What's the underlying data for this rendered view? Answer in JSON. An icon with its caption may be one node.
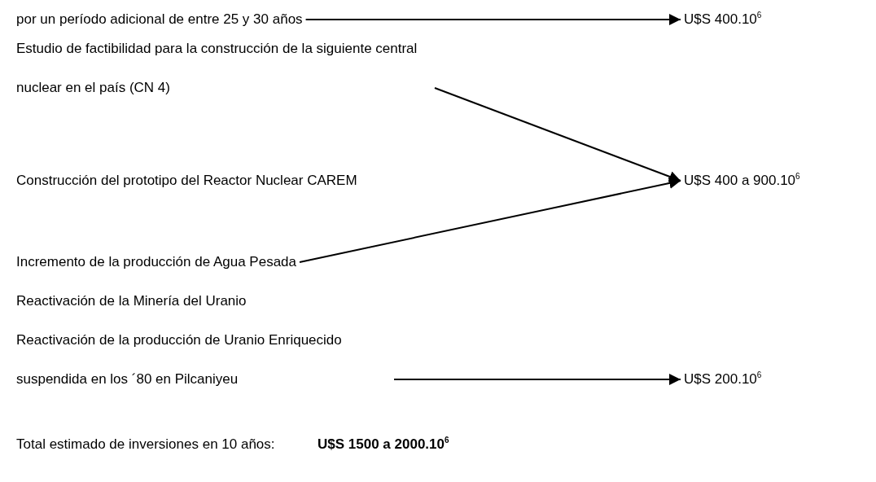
{
  "diagram": {
    "nodes": [
      {
        "text": [
          "por un período adicional de entre 25 y 30 años"
        ]
      },
      {
        "text": [
          "U$S 400.10$^{6}$"
        ]
      },
      {
        "text": [
          "Estudio de factibilidad para la construcción de la siguiente central nuclear en el país (CN 4)"
        ]
      },
      {
        "text": [
          "U$S 400 a 900.10$^{6}$"
        ]
      },
      {
        "text": [
          "Incremento de la producción de Agua Pesada"
        ]
      },
      {
        "text": [
          "Reactivación de la producción de Uranio Enriquecido suspendida en los ´80 en Pilcaniyeu"
        ]
      },
      {
        "text": [
          "U$S  200.10$^{6}$"
        ]
      }
    ],
    "edges": [
      {
        "from": 0,
        "to": 1,
        "arrow": "to"
      },
      {
        "from": 2,
        "to": 3,
        "arrow": "to"
      },
      {
        "from": 4,
        "to": 3,
        "arrow": "to"
      },
      {
        "from": 5,
        "to": 6,
        "arrow": "to"
      }
    ],
    "labels": [
      "Construcción del prototipo del Reactor Nuclear CAREM",
      "Reactivación de la Minería del Uranio",
      "Total estimado de inversiones en 10 años:",
      "U$S 1500 a 2000.10$^{6}$"
    ]
  }
}
